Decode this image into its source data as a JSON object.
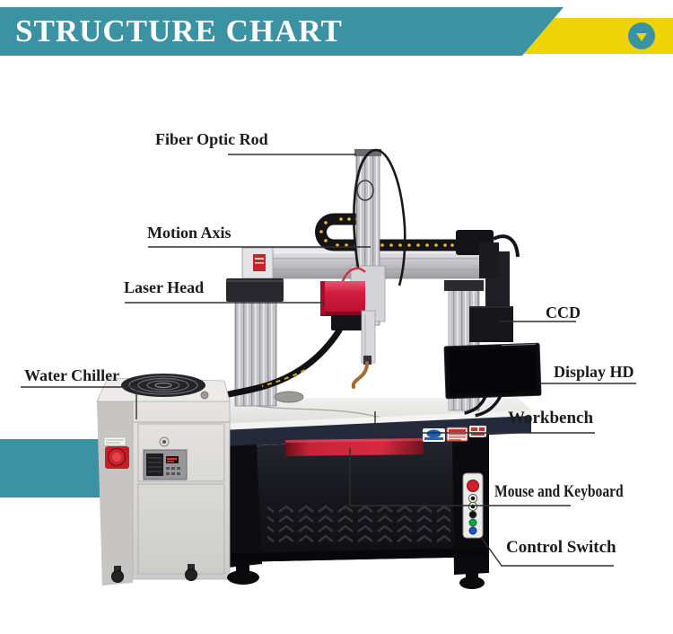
{
  "header": {
    "title": "STRUCTURE CHART",
    "banner_color": "#3a92a3",
    "ribbon_color": "#eed307",
    "icon": "chevron-down-icon"
  },
  "decor": {
    "side_block_color": "#3a92a3"
  },
  "figure": {
    "labels": [
      {
        "id": "fiber-optic-rod",
        "text": "Fiber Optic Rod"
      },
      {
        "id": "motion-axis",
        "text": "Motion Axis"
      },
      {
        "id": "laser-head",
        "text": "Laser Head"
      },
      {
        "id": "water-chiller",
        "text": "Water Chiller"
      },
      {
        "id": "ccd",
        "text": "CCD"
      },
      {
        "id": "display-hd",
        "text": "Display HD"
      },
      {
        "id": "workbench",
        "text": "Workbench"
      },
      {
        "id": "mouse-and-keyboard",
        "text": "Mouse and Keyboard"
      },
      {
        "id": "control-switch",
        "text": "Control Switch"
      }
    ]
  }
}
